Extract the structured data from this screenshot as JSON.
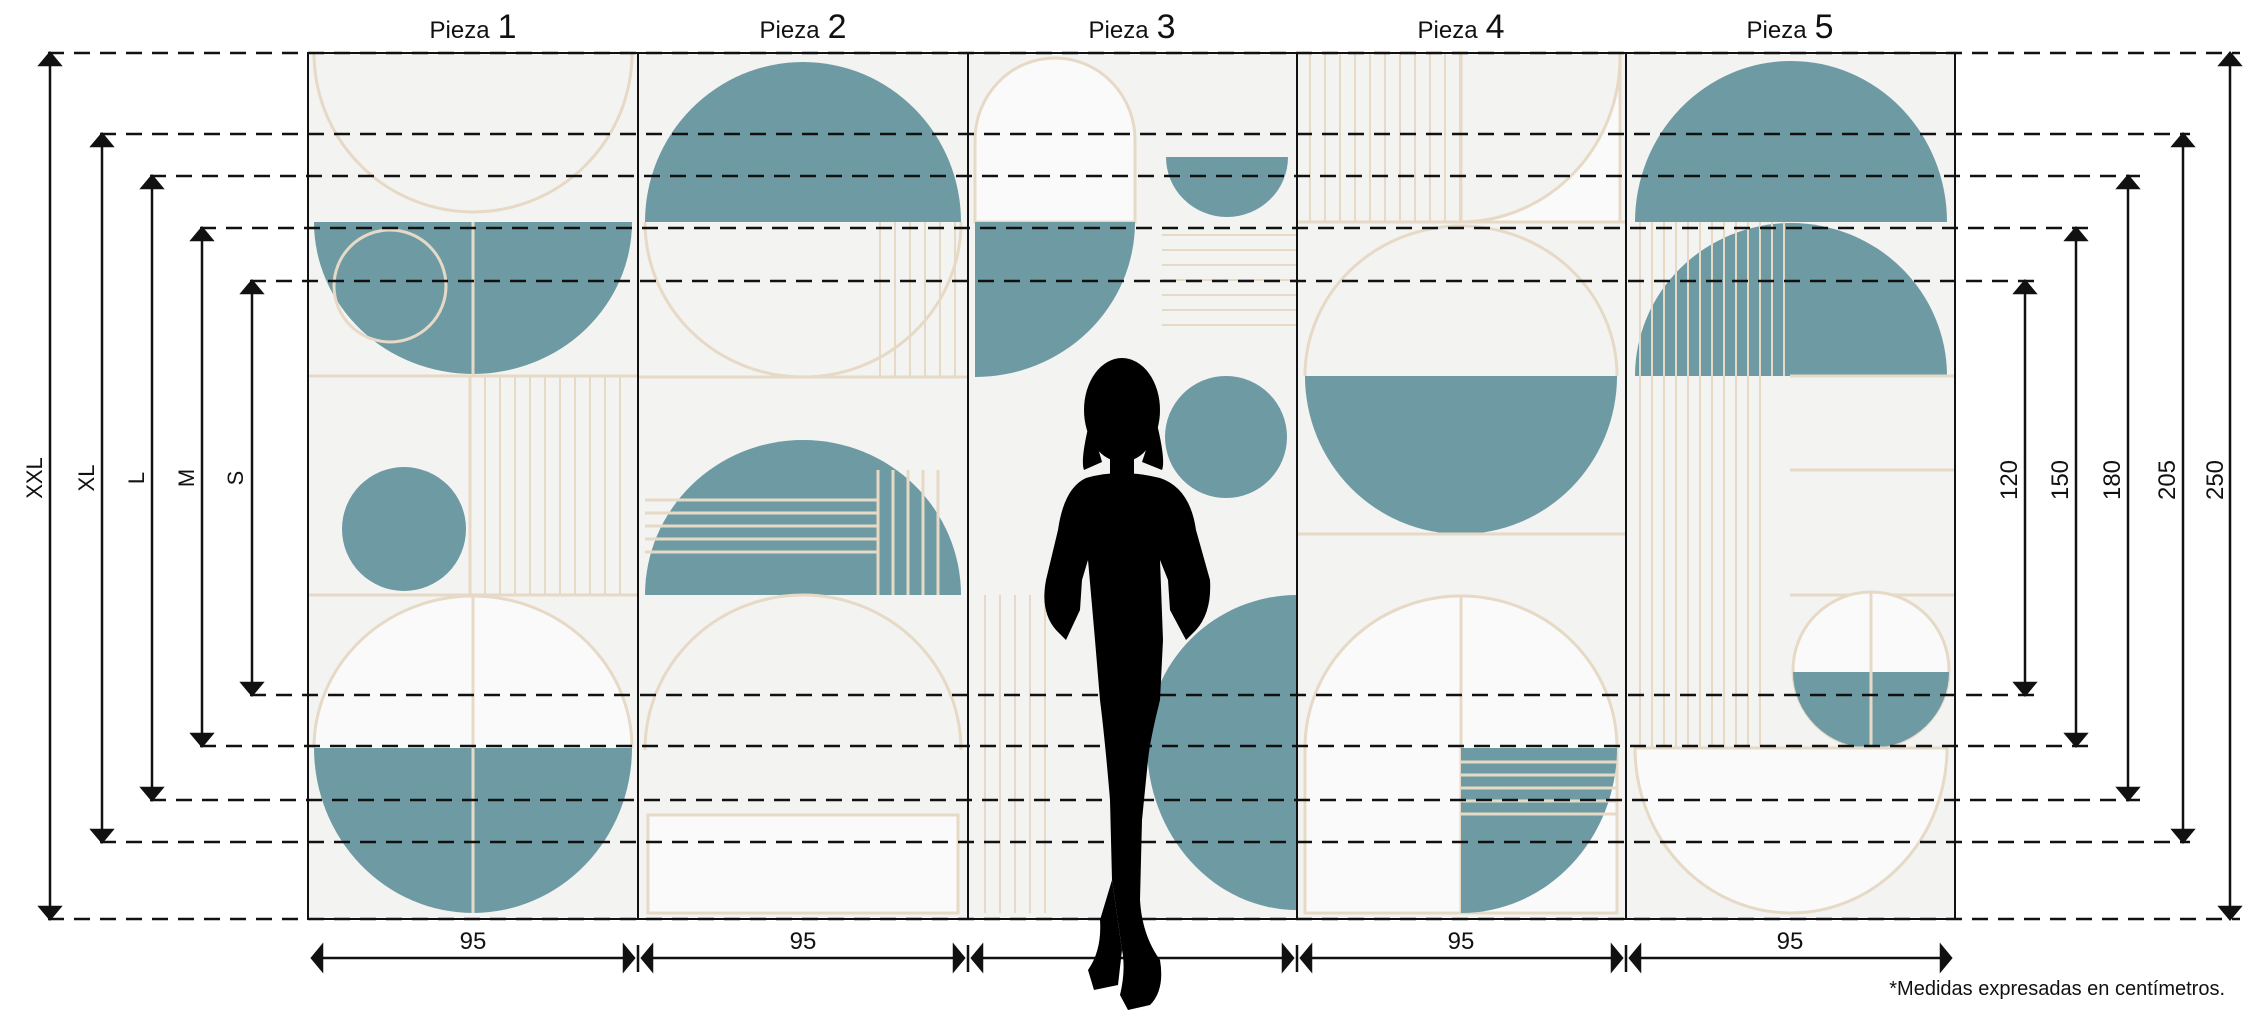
{
  "colors": {
    "teal": "#6e9aa4",
    "teal_dark": "#5f8993",
    "panel_bg": "#f3f3f1",
    "line_beige": "#e6d9c6",
    "marble_white": "#fafafa",
    "ink": "#111111"
  },
  "pieces": [
    {
      "prefix": "Pieza",
      "num": "1",
      "width_label": "95"
    },
    {
      "prefix": "Pieza",
      "num": "2",
      "width_label": "95"
    },
    {
      "prefix": "Pieza",
      "num": "3",
      "width_label": ""
    },
    {
      "prefix": "Pieza",
      "num": "4",
      "width_label": "95"
    },
    {
      "prefix": "Pieza",
      "num": "5",
      "width_label": "95"
    }
  ],
  "sizes": [
    {
      "name": "XXL",
      "height_cm": "250"
    },
    {
      "name": "XL",
      "height_cm": "205"
    },
    {
      "name": "L",
      "height_cm": "180"
    },
    {
      "name": "M",
      "height_cm": "150"
    },
    {
      "name": "S",
      "height_cm": "120"
    }
  ],
  "footnote": "*Medidas expresadas en centímetros.",
  "figure": "silhouette-woman"
}
